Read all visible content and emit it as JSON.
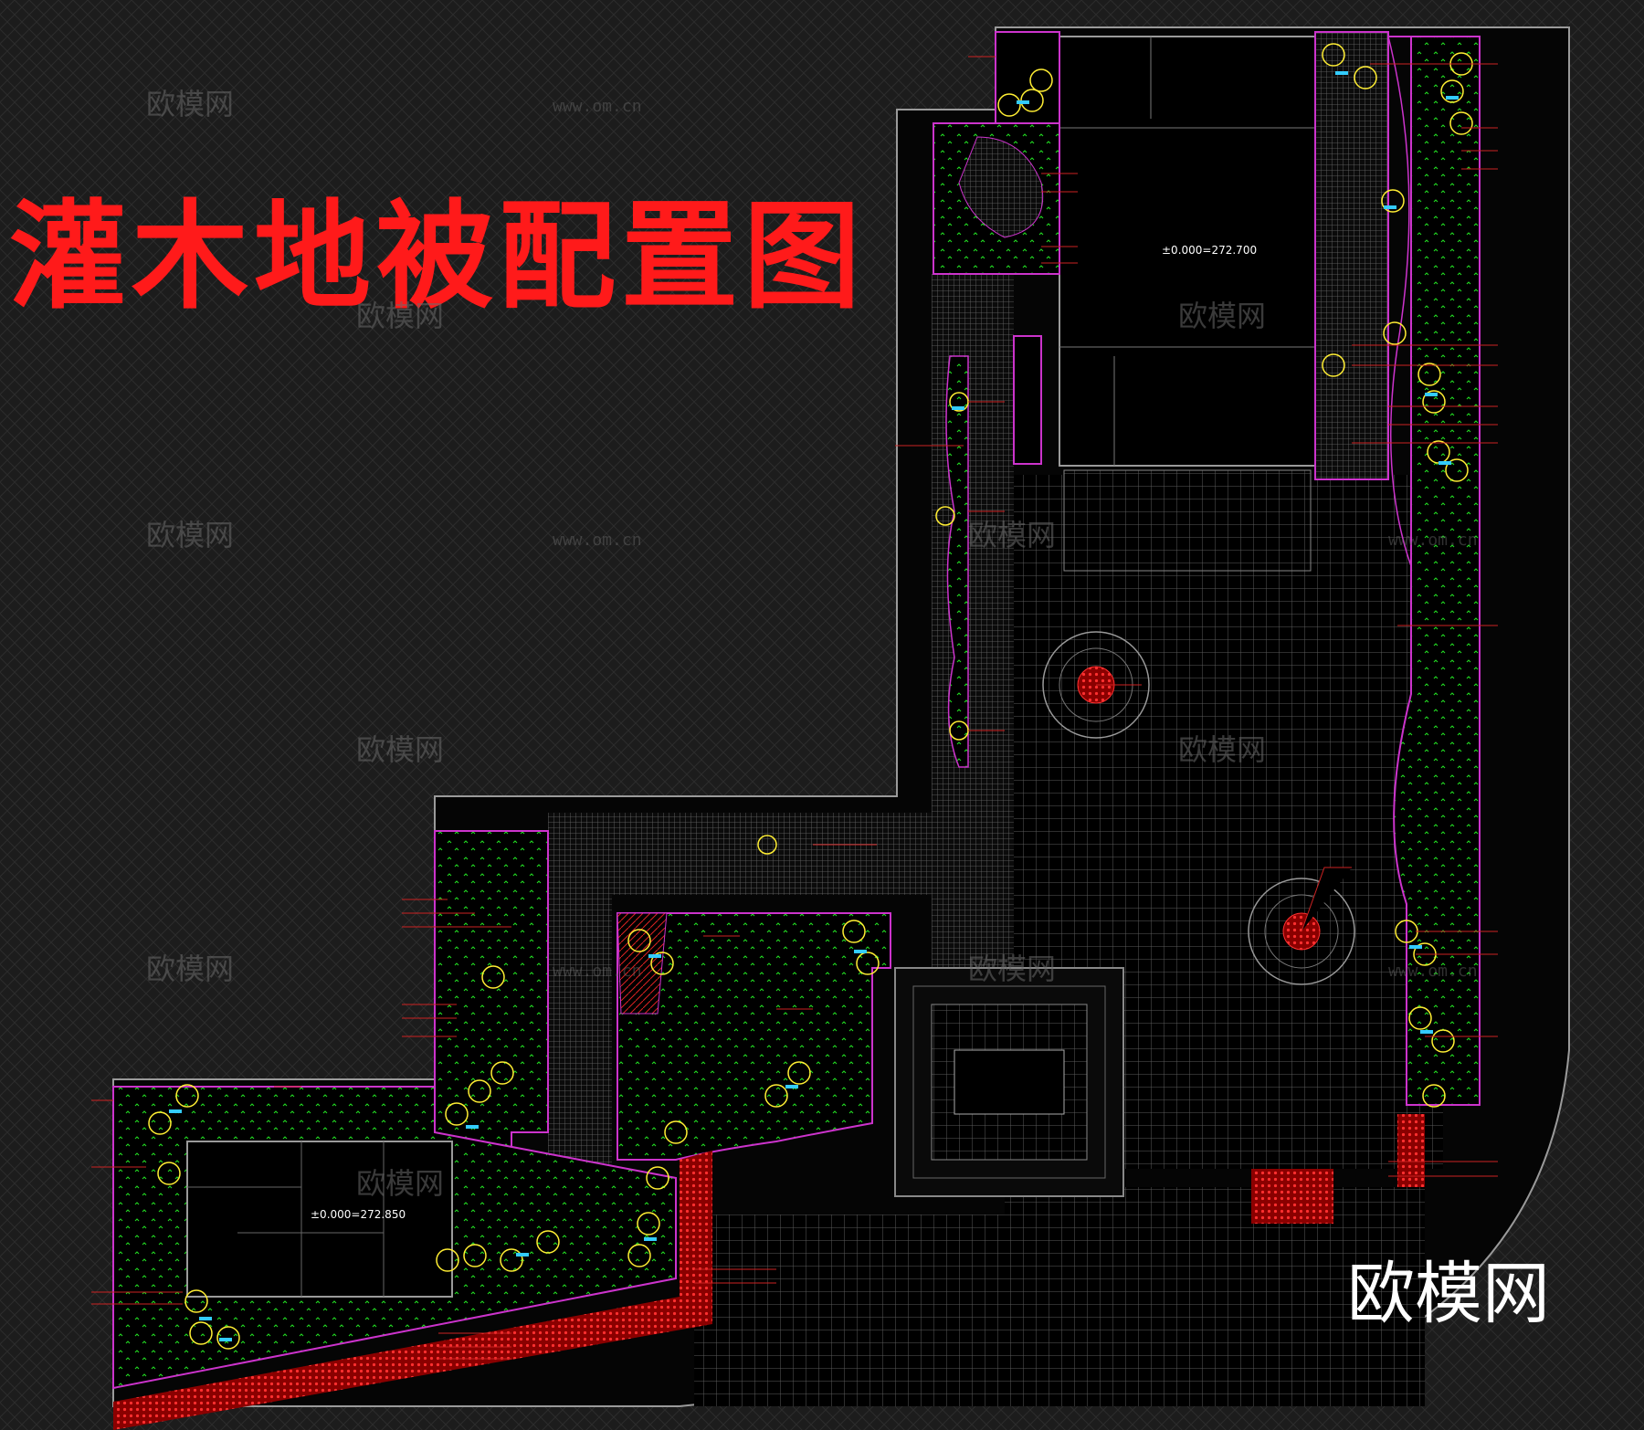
{
  "drawing": {
    "title": "灌木地被配置图",
    "brand_watermark": "欧模网",
    "watermark_url": "www.om.cn",
    "elevation_main": "±0.000=272.700",
    "elevation_west": "±0.000=272.850",
    "colors": {
      "background": "#1c1c1c",
      "grid": "#3a3a3a",
      "building_fill": "#000000",
      "boundary": "#cc33cc",
      "shrub_tree": "#ffee33",
      "shrub_marker": "#33ccff",
      "groundcover": "#22dd22",
      "red_hatch": "#dd1111",
      "title": "#ff1a1a"
    }
  }
}
